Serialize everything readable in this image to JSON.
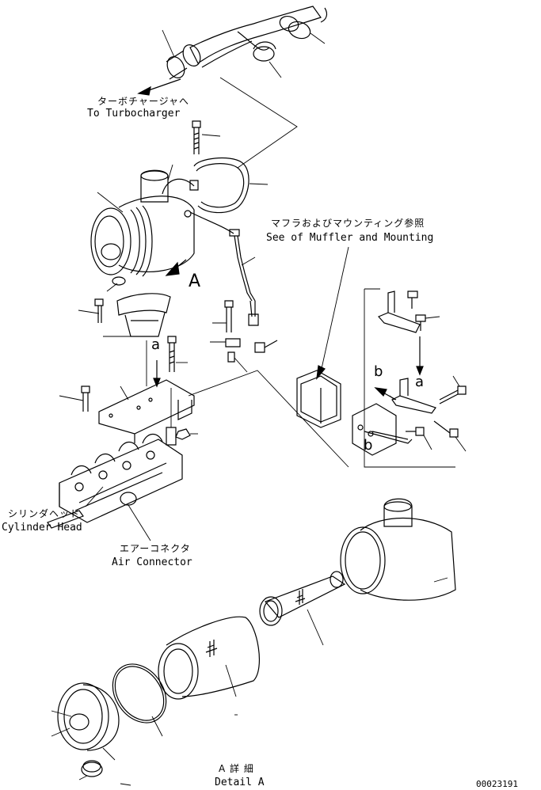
{
  "labels": {
    "turbo_jp": "ターボチャージャへ",
    "turbo_en": "To Turbocharger",
    "muffler_jp": "マフラおよびマウンティング参照",
    "muffler_en": "See of Muffler and Mounting",
    "cyl_jp": "シリンダヘッド",
    "cyl_en": "Cylinder Head",
    "airconn_jp": "エアーコネクタ",
    "airconn_en": "Air Connector",
    "detail_jp": "A 詳 細",
    "detail_en": "Detail A",
    "view_letter": "A",
    "ref_a1": "a",
    "ref_a2": "a",
    "ref_b1": "b",
    "ref_b2": "b",
    "drawing_no": "00023191"
  }
}
